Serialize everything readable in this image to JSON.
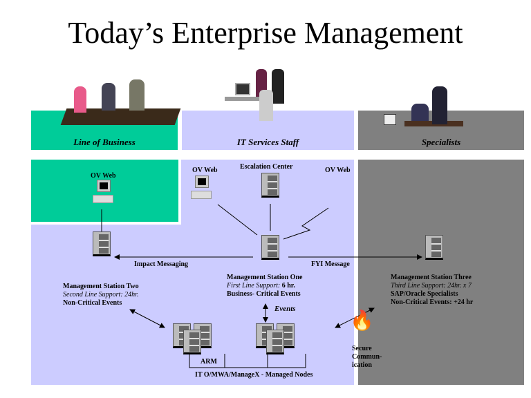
{
  "title": "Today’s Enterprise Management",
  "columns": [
    {
      "label": "Line of Business",
      "color": "#00CC99"
    },
    {
      "label": "IT Services Staff",
      "color": "#CCCCFF"
    },
    {
      "label": "Specialists",
      "color": "#808080"
    }
  ],
  "nodes": {
    "ov_web_lob": "OV Web",
    "ov_web_left": "OV Web",
    "escalation": "Escalation Center",
    "ov_web_right": "OV Web",
    "impact": "Impact Messaging",
    "fyi": "FYI Message",
    "events": "Events",
    "station_one": {
      "name": "Management Station One",
      "support_label": "First Line Support:",
      "support_value": "6 hr.",
      "events": "Business- Critical Events"
    },
    "station_two": {
      "name": "Management Station Two",
      "support": "Second Line Support: 24hr.",
      "events": "Non-Critical Events"
    },
    "station_three": {
      "name": "Management Station Three",
      "support": "Third Line Support: 24hr. x 7",
      "specialists": "SAP/Oracle Specialists",
      "events": "Non-Critical Events: +24 hr"
    },
    "arm": "ARM",
    "managed": "IT O/MWA/ManageX - Managed Nodes",
    "secure": [
      "Secure",
      "Commun-",
      "ication"
    ]
  }
}
